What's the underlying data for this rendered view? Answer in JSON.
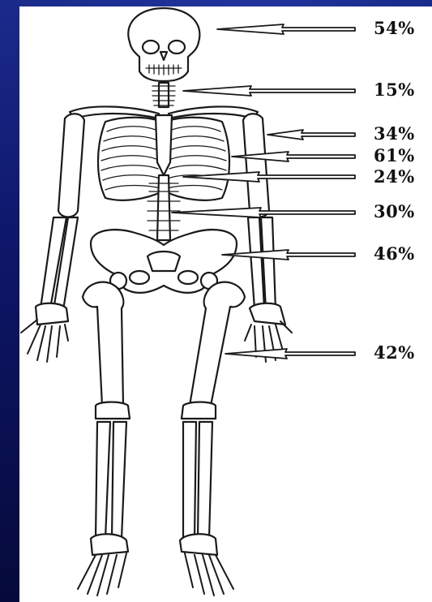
{
  "labels": [
    {
      "id": "skull",
      "text": "54%"
    },
    {
      "id": "cervical",
      "text": "15%"
    },
    {
      "id": "humerus",
      "text": "34%"
    },
    {
      "id": "ribs",
      "text": "61%"
    },
    {
      "id": "thoracic",
      "text": "24%"
    },
    {
      "id": "lumbar",
      "text": "30%"
    },
    {
      "id": "pelvis",
      "text": "46%"
    },
    {
      "id": "femur",
      "text": "42%"
    }
  ],
  "colors": {
    "frame": "#0e176a",
    "ink": "#1a1a1a",
    "bone": "#ffffff"
  }
}
